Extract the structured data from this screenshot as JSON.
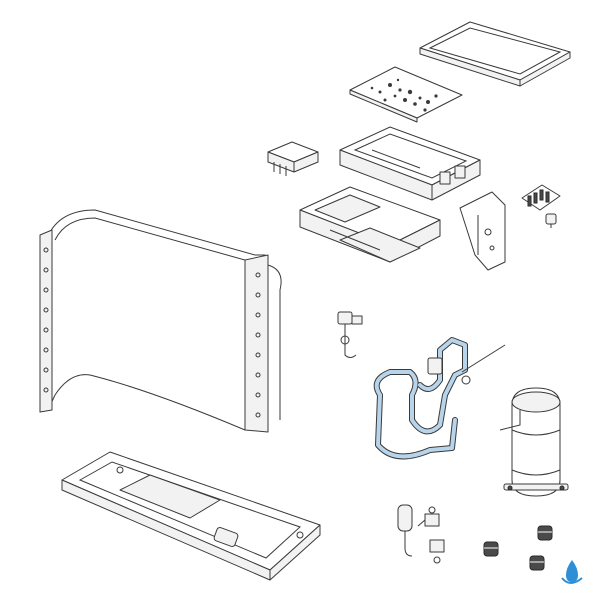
{
  "parts": [
    {
      "part": "top-cover-panel",
      "icon": "none"
    },
    {
      "part": "control-pcb",
      "icon": "none"
    },
    {
      "part": "electrical-box",
      "icon": "none"
    },
    {
      "part": "terminal-block",
      "icon": "none"
    },
    {
      "part": "pcb-support-frame",
      "icon": "none"
    },
    {
      "part": "motor-bracket",
      "icon": "none"
    },
    {
      "part": "reactor-coil",
      "icon": "none"
    },
    {
      "part": "sensor-plug",
      "icon": "none"
    },
    {
      "part": "condenser-coil",
      "icon": "none"
    },
    {
      "part": "expansion-valve",
      "icon": "none"
    },
    {
      "part": "refrigerant-piping",
      "icon": "none"
    },
    {
      "part": "compressor",
      "icon": "none"
    },
    {
      "part": "base-pan",
      "icon": "none"
    },
    {
      "part": "filter-drier",
      "icon": "none"
    },
    {
      "part": "service-valves",
      "icon": "none"
    },
    {
      "part": "rubber-feet",
      "icon": "none"
    }
  ],
  "colors": {
    "line": "#3a3a3a",
    "fill": "#ffffff",
    "pipe_highlight": "#b8d4ea",
    "logo_blue": "#2f8fd6"
  },
  "logo": {
    "icon": "water-drop-logo-icon"
  }
}
